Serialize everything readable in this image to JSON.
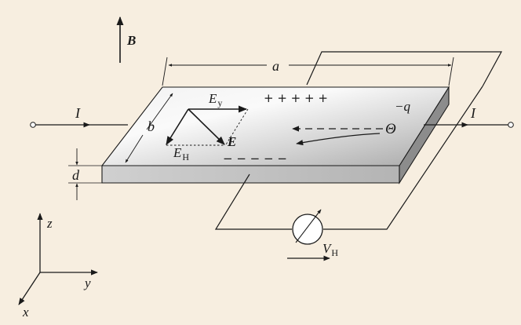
{
  "labels": {
    "field_b": "B",
    "dim_a": "a",
    "dim_b": "b",
    "dim_d": "d",
    "current_left": "I",
    "current_right": "I",
    "ey_main": "E",
    "ey_sub": "y",
    "eh_main": "E",
    "eh_sub": "H",
    "e_vec": "E",
    "charge": "−q",
    "particle": "Θ",
    "plus_signs": "+ + + + +",
    "minus_signs": "− − − − −",
    "vh_main": "V",
    "vh_sub": "H",
    "axis_x": "x",
    "axis_y": "y",
    "axis_z": "z"
  },
  "colors": {
    "background": "#f7eee0",
    "line": "#1a1a1a",
    "top_face_light": "#fafafa",
    "top_face_dark": "#a8a8a8",
    "front_face": "#c4c4c4",
    "side_face": "#8c8c8c"
  }
}
